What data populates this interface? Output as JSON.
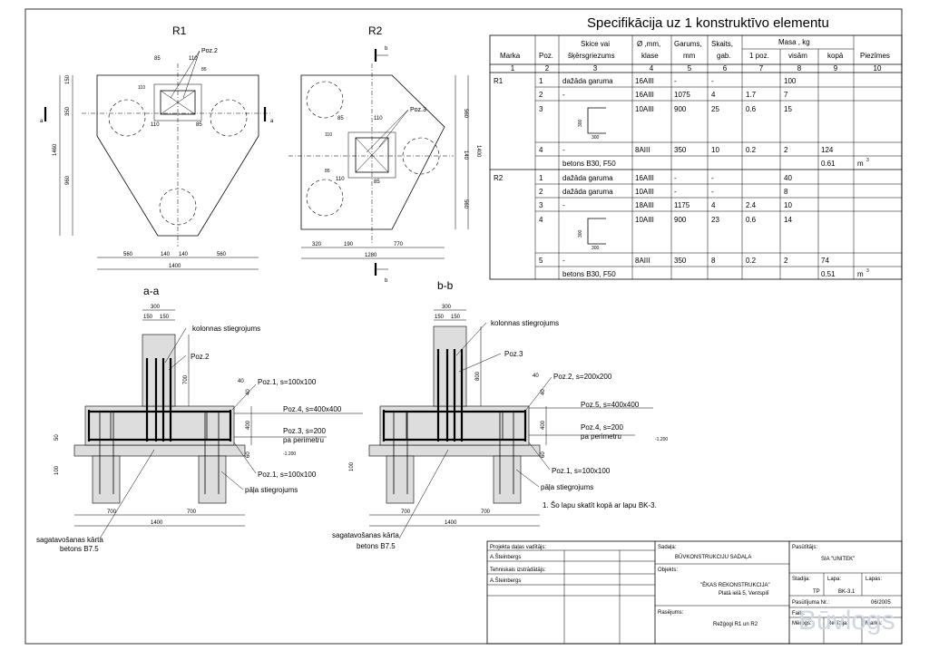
{
  "views": {
    "r1_title": "R1",
    "r2_title": "R2",
    "aa_title": "a-a",
    "bb_title": "b-b",
    "section_a": "a",
    "section_b": "b"
  },
  "r1_dims": {
    "d85": "85",
    "d110": "110",
    "d150": "150",
    "d350": "350",
    "d960": "960",
    "d1460": "1460",
    "d560": "560",
    "d140": "140",
    "d1400": "1400",
    "poz2": "Poz.2"
  },
  "r2_dims": {
    "d85": "85",
    "d110": "110",
    "d560": "560",
    "d140": "140",
    "d1400": "1400",
    "d320": "320",
    "d190": "190",
    "d770": "770",
    "d1280": "1280",
    "poz3": "Poz.3"
  },
  "sec_aa": {
    "d300": "300",
    "d150": "150",
    "d700": "700",
    "d40": "40",
    "d400": "400",
    "d60": "60",
    "d50": "50",
    "d100": "100",
    "d1400": "1400",
    "lvl": "-1.200",
    "kol": "kolonnas stiegrojums",
    "poz2": "Poz.2",
    "poz1a": "Poz.1, s=100x100",
    "poz4": "Poz.4, s=400x400",
    "poz3": "Poz.3, s=200",
    "perim": "pa perimetru",
    "poz1b": "Poz.1, s=100x100",
    "pala": "pāļa stiegrojums",
    "sag": "sagatavošanas kārta",
    "bet": "betons B7.5"
  },
  "sec_bb": {
    "d300": "300",
    "d150": "150",
    "d800": "800",
    "d40": "40",
    "d400": "400",
    "d60": "60",
    "d100": "100",
    "d1400": "1400",
    "lvl": "-1.200",
    "kol": "kolonnas stiegrojums",
    "poz3": "Poz.3",
    "poz2": "Poz.2, s=200x200",
    "poz5": "Poz.5, s=400x400",
    "poz4": "Poz.4, s=200",
    "perim": "pa perimetru",
    "poz1": "Poz.1, s=100x100",
    "pala": "pāļa stiegrojums",
    "sag": "sagatavošanas kārta",
    "bet": "betons B7.5"
  },
  "note": "1. Šo lapu skatīt kopā ar lapu BK-3.",
  "spec": {
    "title": "Specifikācija uz 1 konstruktīvo elementu",
    "h_marka": "Marka",
    "h_poz": "Poz.",
    "h_skice1": "Skice vai",
    "h_skice2": "šķērsgriezums",
    "h_d1": "Ø ,mm,",
    "h_d2": "klase",
    "h_g1": "Garums,",
    "h_g2": "mm",
    "h_s1": "Skaits,",
    "h_s2": "gab.",
    "h_masa": "Masa , kg",
    "h_1poz": "1 poz.",
    "h_visam": "visām",
    "h_kopa": "kopā",
    "h_piez": "Piezīmes",
    "nums": [
      "1",
      "2",
      "3",
      "4",
      "5",
      "6",
      "7",
      "8",
      "9",
      "10"
    ],
    "dim300": "300",
    "r1": {
      "marka": "R1",
      "rows": [
        {
          "poz": "1",
          "skice": "dažāda garuma",
          "d": "16AIII",
          "g": "-",
          "s": "-",
          "p1": "",
          "v": "100"
        },
        {
          "poz": "2",
          "skice": "-",
          "d": "16AIII",
          "g": "1075",
          "s": "4",
          "p1": "1.7",
          "v": "7"
        },
        {
          "poz": "3",
          "skice": "",
          "d": "10AIII",
          "g": "900",
          "s": "25",
          "p1": "0.6",
          "v": "15"
        },
        {
          "poz": "4",
          "skice": "-",
          "d": "8AIII",
          "g": "350",
          "s": "10",
          "p1": "0.2",
          "v": "2"
        }
      ],
      "kopa": "124",
      "betons": "betons B30, F50",
      "bet_kopa": "0.61",
      "unit": "m"
    },
    "r2": {
      "marka": "R2",
      "rows": [
        {
          "poz": "1",
          "skice": "dažāda garuma",
          "d": "16AIII",
          "g": "-",
          "s": "-",
          "p1": "",
          "v": "40"
        },
        {
          "poz": "2",
          "skice": "dažāda garuma",
          "d": "10AIII",
          "g": "-",
          "s": "-",
          "p1": "",
          "v": "8"
        },
        {
          "poz": "3",
          "skice": "-",
          "d": "18AIII",
          "g": "1175",
          "s": "4",
          "p1": "2.4",
          "v": "10"
        },
        {
          "poz": "4",
          "skice": "",
          "d": "10AIII",
          "g": "900",
          "s": "23",
          "p1": "0.6",
          "v": "14"
        },
        {
          "poz": "5",
          "skice": "-",
          "d": "8AIII",
          "g": "350",
          "s": "8",
          "p1": "0.2",
          "v": "2"
        }
      ],
      "kopa": "74",
      "betons": "betons B30, F50",
      "bet_kopa": "0.51",
      "unit": "m"
    }
  },
  "titleblock": {
    "proj_lbl": "Projekta daļas vadītājs:",
    "proj_val": "A.Šteinbergs",
    "teh_lbl": "Tehniskais izstrādātājs:",
    "teh_val": "A.Šteinbergs",
    "sad_lbl": "Sadaļa:",
    "sad_val": "BŪVKONSTRUKCIJU SADAĻA",
    "obj_lbl": "Objekts:",
    "obj_val1": "\"ĒKAS REKONSTRUKCIJA\"",
    "obj_val2": "Platā ielā 5, Ventspilī",
    "ras_lbl": "Rasējums:",
    "ras_val": "Režģogi R1 un R2",
    "pas_lbl": "Pasūtītājs:",
    "pas_val": "SIA \"UNITEK\"",
    "stad_lbl": "Stadija:",
    "stad_val": "TP",
    "lapa_lbl": "Lapa:",
    "lapa_val": "BK-3.1",
    "lapas_lbl": "Lapas:",
    "pnr_lbl": "Pasūtījuma Nr.:",
    "pnr_val": "06/2005",
    "fails_lbl": "Fails:",
    "merogs_lbl": "Mērogs:",
    "rev_lbl": "Revīzija:",
    "marka_lbl": "Marka:"
  },
  "watermark": "Būvlogs"
}
